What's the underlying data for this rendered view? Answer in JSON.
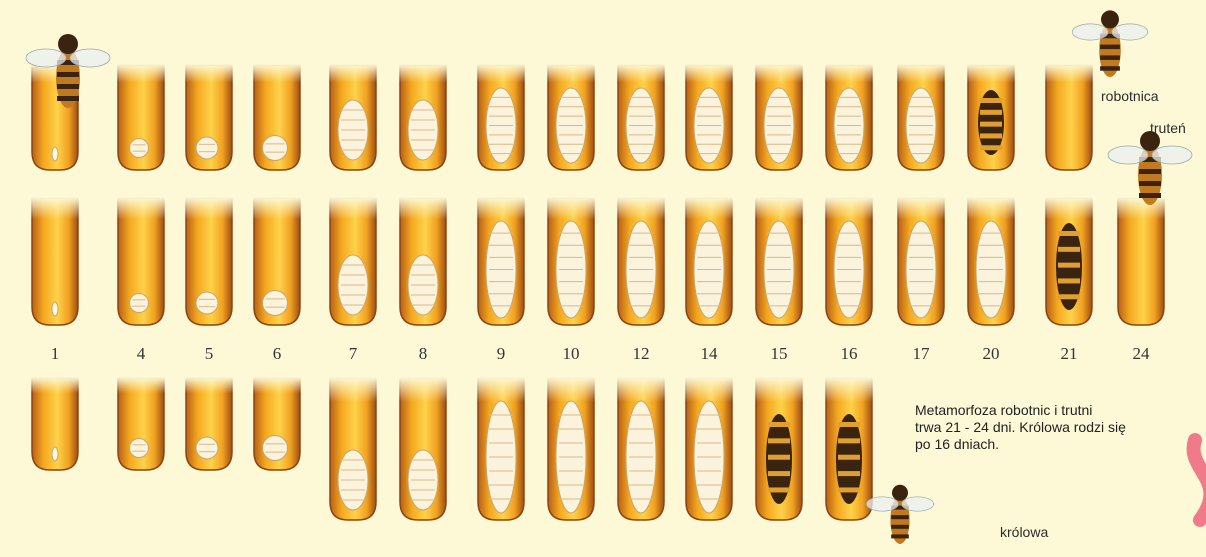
{
  "days": [
    "1",
    "4",
    "5",
    "6",
    "7",
    "8",
    "9",
    "10",
    "12",
    "14",
    "15",
    "16",
    "17",
    "20",
    "21",
    "24"
  ],
  "labels": {
    "worker": "robotnica",
    "drone": "truteń",
    "queen": "królowa"
  },
  "caption": "Metamorfoza robotnic i trutni\ntrwa 21 - 24 dni. Królowa rodzi się\npo 16 dniach.",
  "colors": {
    "background": "#fdf9d6",
    "cell_gold": "#f0a020",
    "cell_brown": "#a8541a",
    "larva": "#fbf3dc",
    "accent_pink": "#f07a8a"
  },
  "icons": [
    "bee-icon",
    "honeycomb-cell-icon",
    "larva-icon",
    "pupa-icon"
  ]
}
